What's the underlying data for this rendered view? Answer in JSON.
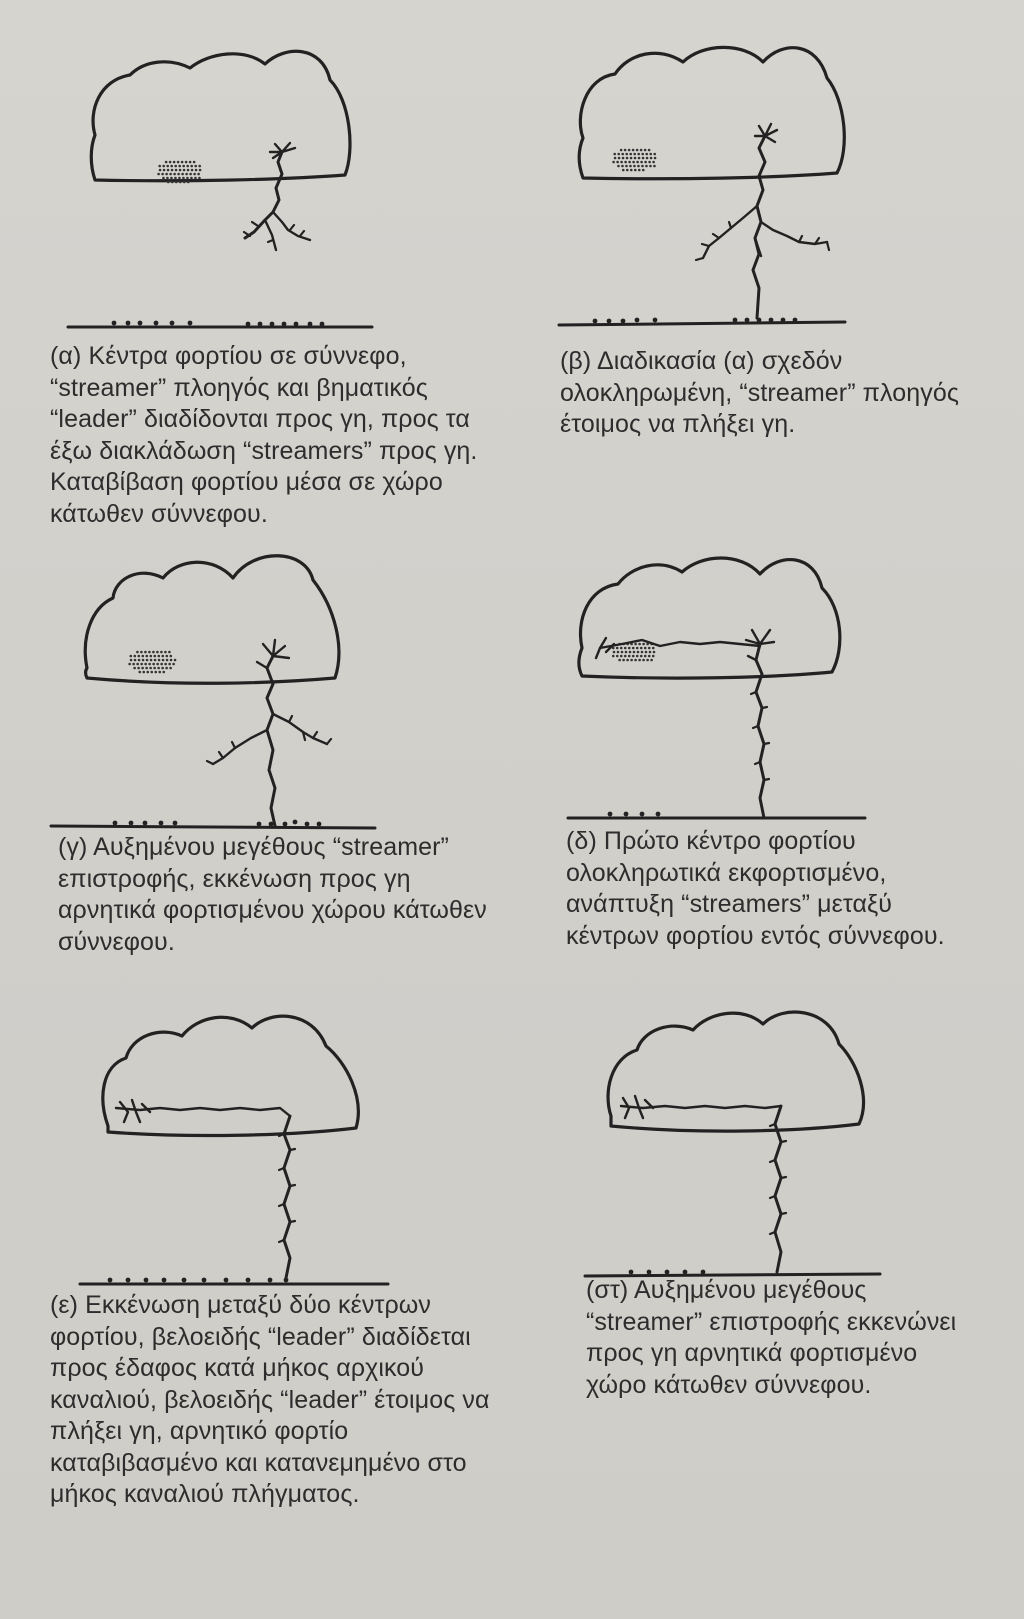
{
  "panels": [
    {
      "id": "a",
      "caption": "(α) Κέντρα φορτίου σε σύννεφο, “streamer” πλοηγός και βηματικός “leader” διαδίδονται προς γη, προς τα έξω διακλάδωση “streamers” προς γη. Καταβίβαση φορτίου μέσα σε χώρο κάτωθεν σύννεφου."
    },
    {
      "id": "b",
      "caption": "(β) Διαδικασία (α) σχεδόν ολοκληρωμένη, “streamer” πλοηγός έτοιμος να πλήξει γη."
    },
    {
      "id": "c",
      "caption": "(γ) Αυξημένου μεγέθους “streamer” επιστροφής, εκκένωση προς γη αρνητικά φορτισμένου χώρου κάτωθεν σύννεφου."
    },
    {
      "id": "d",
      "caption": "(δ) Πρώτο κέντρο φορτίου ολοκληρωτικά εκφορτισμένο, ανάπτυξη “streamers” μεταξύ κέντρων φορτίου εντός σύννεφου."
    },
    {
      "id": "e",
      "caption": "(ε) Εκκένωση μεταξύ δύο κέντρων φορτίου, βελοειδής “leader” διαδίδεται προς έδαφος κατά μήκος αρχικού καναλιού, βελοειδής “leader” έτοιμος να πλήξει γη, αρνητικό φορτίο καταβιβασμένο και κατανεμημένο στο μήκος καναλιού πλήγματος."
    },
    {
      "id": "st",
      "caption": "(στ) Αυξημένου μεγέθους “streamer” επιστροφής εκκενώνει προς γη αρνητικά φορτισμένο χώρο κάτωθεν σύννεφου."
    }
  ]
}
